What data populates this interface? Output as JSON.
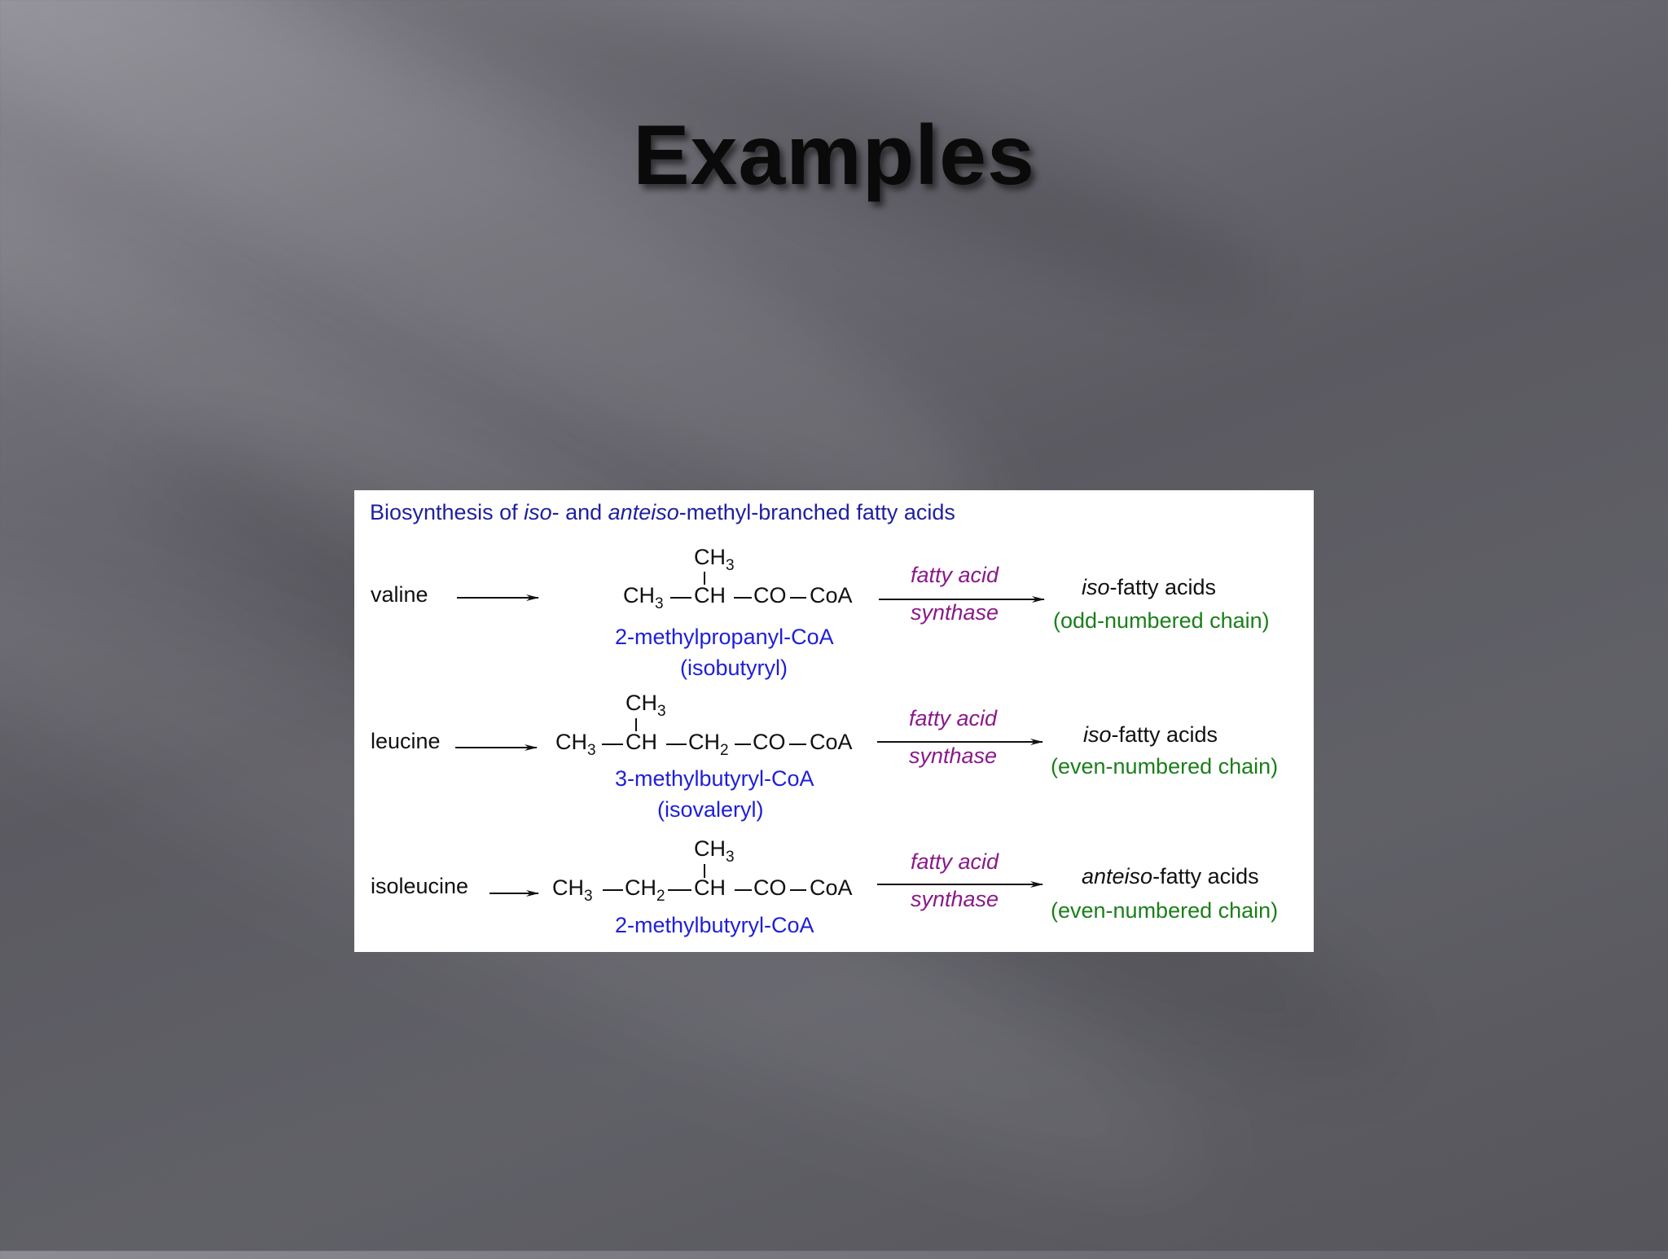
{
  "title": "Examples",
  "diagram": {
    "heading": {
      "part1": "Biosynthesis of ",
      "iso": "iso",
      "part2": "- and ",
      "anteiso": "anteiso",
      "part3": "-methyl-branched fatty acids"
    },
    "enzyme": {
      "line1": "fatty acid",
      "line2": "synthase"
    },
    "rows": [
      {
        "amino_acid": "valine",
        "formula": {
          "branch": "CH",
          "branch_sub": "3",
          "c1": "CH",
          "c1_sub": "3",
          "c2": "CH",
          "c3": "CO",
          "c4": "CoA"
        },
        "name": "2-methylpropanyl-CoA",
        "alias": "(isobutyryl)",
        "product_prefix": "iso",
        "product_suffix": "-fatty acids",
        "chain": "(odd-numbered chain)"
      },
      {
        "amino_acid": "leucine",
        "formula": {
          "branch": "CH",
          "branch_sub": "3",
          "c1": "CH",
          "c1_sub": "3",
          "c2": "CH",
          "c3": "CH",
          "c3_sub": "2",
          "c4": "CO",
          "c5": "CoA"
        },
        "name": "3-methylbutyryl-CoA",
        "alias": "(isovaleryl)",
        "product_prefix": "iso",
        "product_suffix": "-fatty acids",
        "chain": "(even-numbered chain)"
      },
      {
        "amino_acid": "isoleucine",
        "formula": {
          "branch": "CH",
          "branch_sub": "3",
          "c1": "CH",
          "c1_sub": "3",
          "c2": "CH",
          "c2_sub": "2",
          "c3": "CH",
          "c4": "CO",
          "c5": "CoA"
        },
        "name": "2-methylbutyryl-CoA",
        "product_prefix": "anteiso",
        "product_suffix": "-fatty acids",
        "chain": "(even-numbered chain)"
      }
    ]
  },
  "colors": {
    "heading": "#1f1fa0",
    "compound_name": "#1f1fd8",
    "enzyme": "#8a1a8a",
    "chain": "#1b7f1b"
  }
}
